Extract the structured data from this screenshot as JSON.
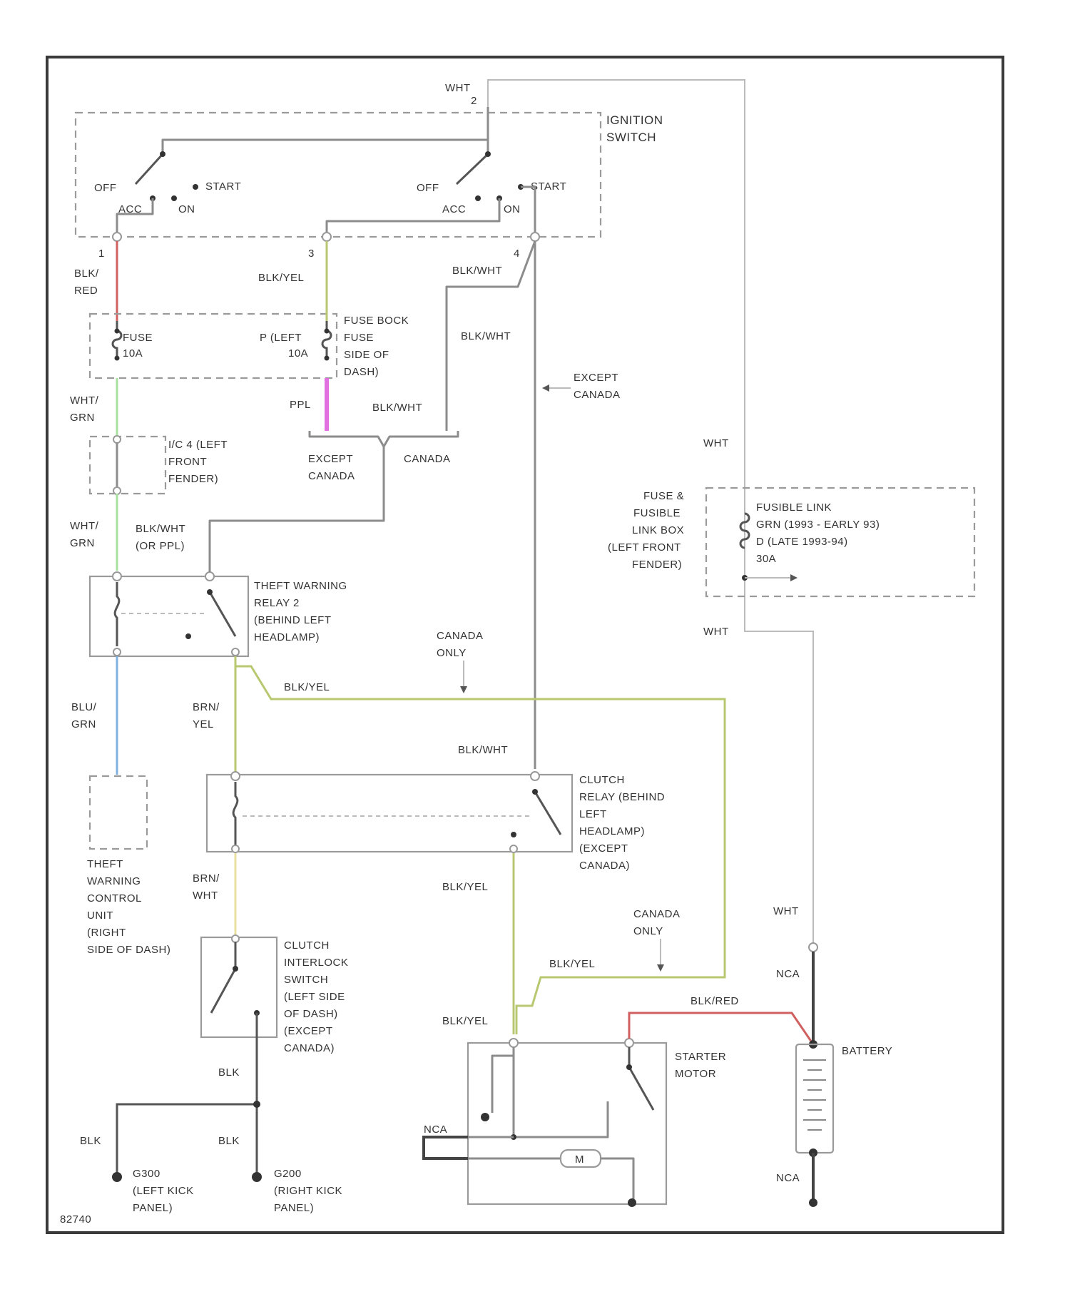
{
  "colors": {
    "frame": "#3a3a3a",
    "wire_default": "#8c8c8c",
    "blk_red": "#d06060",
    "blk_yel": "#b8c870",
    "ppl": "#e070e0",
    "wht_grn": "#a8e0a0",
    "blu_grn": "#80b0e0",
    "brn_wht": "#e8e0a0",
    "blk_wht": "#9a9a9a",
    "wht": "#dddddd",
    "nca": "#444444"
  },
  "labels": {
    "wht_top": "WHT",
    "ignition_switch": [
      "IGNITION",
      "SWITCH"
    ],
    "off1": "OFF",
    "acc1": "ACC",
    "on1": "ON",
    "start1": "START",
    "off2": "OFF",
    "acc2": "ACC",
    "on2": "ON",
    "start2": "START",
    "pin1": "1",
    "pin2": "3",
    "pin3": "4",
    "pin_top": "2",
    "blk_red": [
      "BLK/",
      "RED"
    ],
    "blk_yel_top": "BLK/YEL",
    "blk_wht_top": "BLK/WHT",
    "blk_wht_mid": "BLK/WHT",
    "fuse_left": [
      "FUSE",
      "10A"
    ],
    "fuse_right_pos": [
      "P (LEFT",
      "10A"
    ],
    "fuse_block": [
      "FUSE BOCK",
      "FUSE",
      "SIDE OF",
      "DASH)"
    ],
    "wht_grn_1": [
      "WHT/",
      "GRN"
    ],
    "ppl": "PPL",
    "blk_wht_canada": "BLK/WHT",
    "except_canada_right": [
      "EXCEPT",
      "CANADA"
    ],
    "except_canada_mid": [
      "EXCEPT",
      "CANADA"
    ],
    "canada_mid": "CANADA",
    "connector": [
      "I/C 4 (LEFT",
      "FRONT",
      "FENDER)"
    ],
    "wht_grn_2": [
      "WHT/",
      "GRN"
    ],
    "blk_wht_or_ppl": [
      "BLK/WHT",
      "(OR PPL)"
    ],
    "theft_relay": [
      "THEFT WARNING",
      "RELAY 2",
      "(BEHIND LEFT",
      "HEADLAMP)"
    ],
    "wht_right1": "WHT",
    "fuse_link_box": [
      "FUSE &",
      "FUSIBLE",
      "LINK BOX",
      "(LEFT FRONT",
      "FENDER)"
    ],
    "fusible_link": [
      "FUSIBLE LINK",
      "GRN    (1993 - EARLY 93)",
      "D         (LATE 1993-94)",
      "30A"
    ],
    "wht_right2": "WHT",
    "canada_only_1": [
      "CANADA",
      "ONLY"
    ],
    "blk_yel_mid": "BLK/YEL",
    "blu_grn": [
      "BLU/",
      "GRN"
    ],
    "brn_yel": [
      "BRN/",
      "YEL"
    ],
    "blk_wht_low": "BLK/WHT",
    "clutch_relay": [
      "CLUTCH",
      "RELAY (BEHIND",
      "LEFT",
      "HEADLAMP)",
      "(EXCEPT",
      "CANADA)"
    ],
    "theft_control": [
      "THEFT",
      "WARNING",
      "CONTROL",
      "UNIT",
      "(RIGHT",
      "SIDE OF DASH)"
    ],
    "brn_wht": [
      "BRN/",
      "WHT"
    ],
    "blk_yel_low": "BLK/YEL",
    "canada_only_2": [
      "CANADA",
      "ONLY"
    ],
    "wht_batt": "WHT",
    "clutch_interlock": [
      "CLUTCH",
      "INTERLOCK",
      "SWITCH",
      "(LEFT SIDE",
      "OF DASH)",
      "(EXCEPT",
      "CANADA)"
    ],
    "blk_yel_low2": "BLK/YEL",
    "nca_top": "NCA",
    "blk_red_batt": "BLK/RED",
    "battery": "BATTERY",
    "blk_yel_starter": "BLK/YEL",
    "starter_motor": [
      "STARTER",
      "MOTOR"
    ],
    "blk1": "BLK",
    "blk2": "BLK",
    "blk3": "BLK",
    "nca_left": "NCA",
    "m_label": "M",
    "g_left": [
      "G300",
      "(LEFT KICK",
      "PANEL)"
    ],
    "g_right": [
      "G200",
      "(RIGHT KICK",
      "PANEL)"
    ],
    "nca_bottom": "NCA",
    "fig_id": "82740"
  }
}
